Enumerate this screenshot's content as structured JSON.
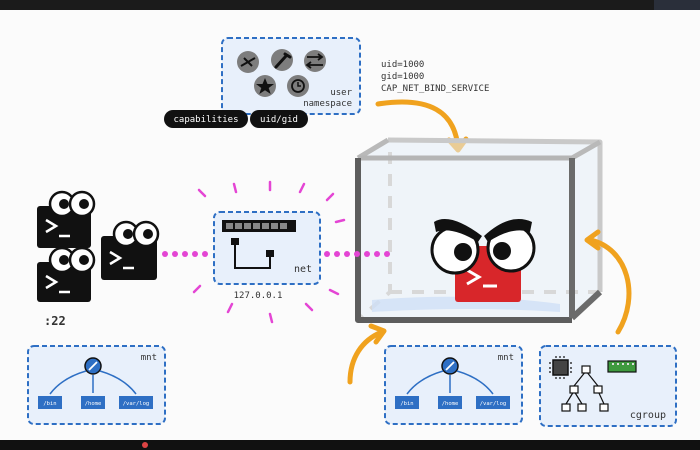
{
  "user_namespace": {
    "label": "user\nnamespace",
    "line1": "user",
    "line2": "namespace"
  },
  "tags": {
    "capabilities": "capabilities",
    "uid_gid": "uid/gid"
  },
  "ids": {
    "uid": "uid=1000",
    "gid": "gid=1000",
    "cap": "CAP_NET_BIND_SERVICE"
  },
  "net": {
    "label": "net",
    "ip": "127.0.0.1"
  },
  "port": ":22",
  "mnt_left": {
    "label": "mnt",
    "dirs": [
      "/bin",
      "/home",
      "/var/log"
    ]
  },
  "mnt_right": {
    "label": "mnt",
    "dirs": [
      "/bin",
      "/home",
      "/var/log"
    ]
  },
  "cgroup": {
    "label": "cgroup"
  },
  "colors": {
    "accent_blue": "#2e6fc4",
    "orange": "#f0a21e",
    "magenta": "#e445d4",
    "red": "#d8262a"
  }
}
